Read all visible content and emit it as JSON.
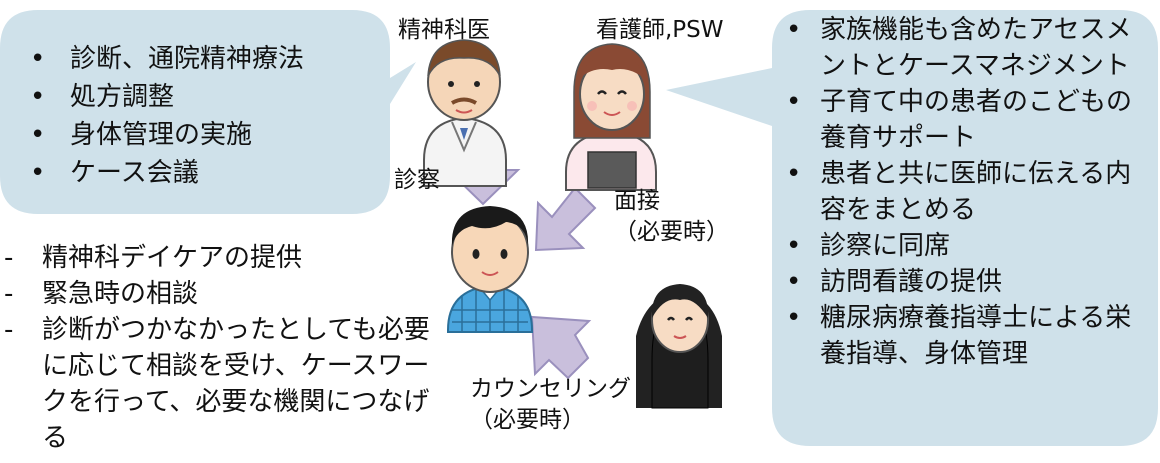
{
  "roles": {
    "psychiatrist": "精神科医",
    "nurse_psw": "看護師,PSW"
  },
  "psychiatrist_tasks": [
    "診断、通院精神療法",
    "処方調整",
    "身体管理の実施",
    "ケース会議"
  ],
  "clinic_services": [
    "精神科デイケアの提供",
    "緊急時の相談",
    "診断がつかなかったとしても必要に応じて相談を受け、ケースワークを行って、必要な機関につなげる"
  ],
  "nurse_tasks": [
    "家族機能も含めたアセスメントとケースマネジメント",
    "子育て中の患者のこどもの養育サポート",
    "患者と共に医師に伝える内容をまとめる",
    "診察に同席",
    "訪問看護の提供",
    "糖尿病療養指導士による栄養指導、身体管理"
  ],
  "arrows": {
    "exam": "診察",
    "interview": "面接",
    "interview_note": "（必要時）",
    "counseling": "カウンセリング",
    "counseling_note": "（必要時）"
  },
  "colors": {
    "bubble": "#cfe1ea",
    "arrow_fill": "#c9bfdc",
    "arrow_stroke": "#9a90bd",
    "patient_shirt": "#4aa6de",
    "doctor_coat": "#f4f4f4",
    "nurse_uniform": "#fce8ec"
  },
  "icons": [
    "psychiatrist-illustration",
    "nurse-illustration",
    "patient-illustration",
    "counselor-illustration"
  ]
}
